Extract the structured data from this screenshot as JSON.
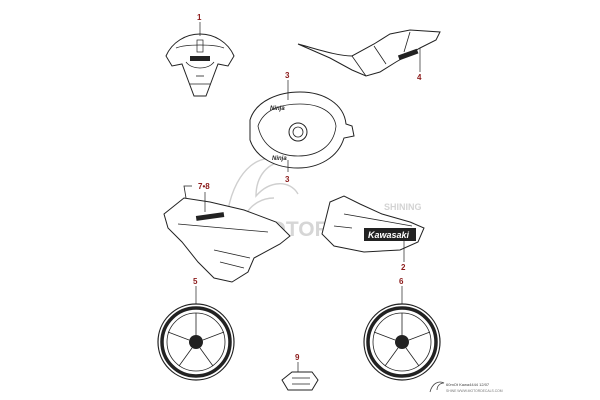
{
  "colors": {
    "callout": "#8b1a1a",
    "line": "#222222",
    "watermark": "#c8c8c8"
  },
  "callouts": [
    {
      "id": "1",
      "label": "1"
    },
    {
      "id": "2",
      "label": "2"
    },
    {
      "id": "3a",
      "label": "3"
    },
    {
      "id": "3b",
      "label": "3"
    },
    {
      "id": "4",
      "label": "4"
    },
    {
      "id": "5",
      "label": "5"
    },
    {
      "id": "6",
      "label": "6"
    },
    {
      "id": "78",
      "label": "7•8"
    },
    {
      "id": "9",
      "label": "9"
    }
  ],
  "decals": {
    "kawasaki_brand": "Kawasaki",
    "ninja": "Ninja",
    "ninja_alt": "Ninja"
  },
  "watermark": {
    "brand": "MOTORDECALS",
    "tag": "SHINING"
  },
  "footer": {
    "line1": "60mOt Kawa4444 12/07",
    "line2": "SHINE WWW.MOTORDECALS.COM"
  }
}
